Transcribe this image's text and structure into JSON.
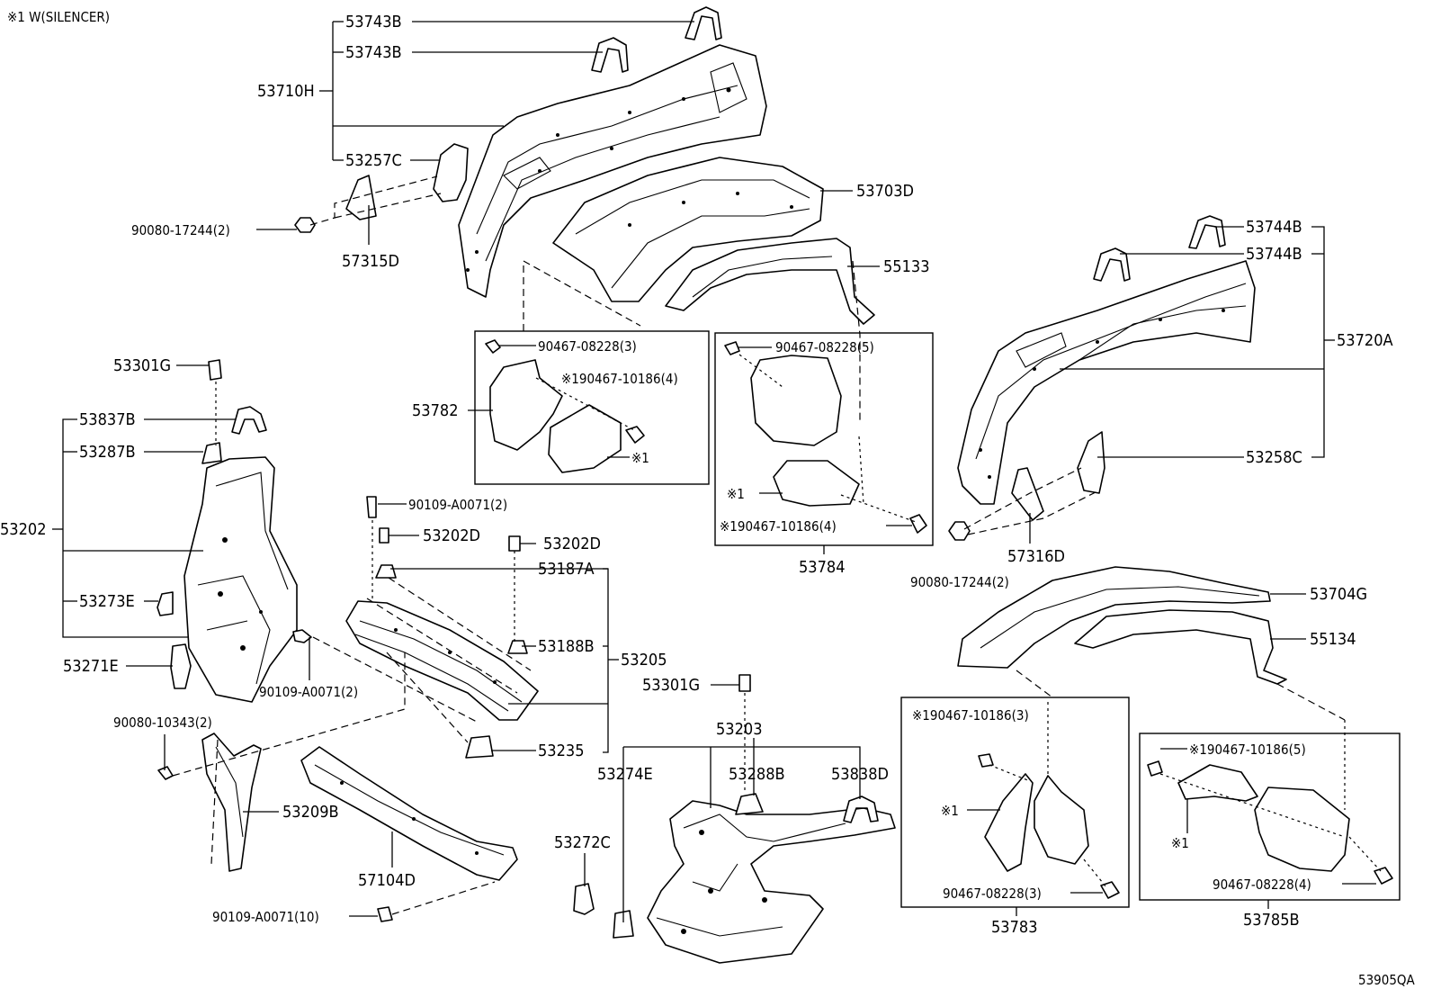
{
  "legend_note": "※1 W(SILENCER)",
  "diagram_code": "53905QA",
  "labels": {
    "p53743B_a": "53743B",
    "p53743B_b": "53743B",
    "p53710H": "53710H",
    "p53257C": "53257C",
    "p90080_17244_left": "90080-17244(2)",
    "p57315D": "57315D",
    "p53703D": "53703D",
    "p55133": "55133",
    "p53744B_a": "53744B",
    "p53744B_b": "53744B",
    "p53720A": "53720A",
    "p53258C": "53258C",
    "p57316D": "57316D",
    "p90080_17244_right": "90080-17244(2)",
    "p53704G": "53704G",
    "p55134": "55134",
    "p53301G_a": "53301G",
    "p53837B": "53837B",
    "p53287B": "53287B",
    "p53202": "53202",
    "p53273E": "53273E",
    "p53271E": "53271E",
    "p90109_A0071_2_a": "90109-A0071(2)",
    "p90109_A0071_2_b": "90109-A0071(2)",
    "p53202D_a": "53202D",
    "p53202D_b": "53202D",
    "p53187A": "53187A",
    "p53188B": "53188B",
    "p53205": "53205",
    "p53235": "53235",
    "p90080_10343": "90080-10343(2)",
    "p53209B": "53209B",
    "p57104D": "57104D",
    "p90109_A0071_10": "90109-A0071(10)",
    "p53301G_b": "53301G",
    "p53203": "53203",
    "p53274E": "53274E",
    "p53288B": "53288B",
    "p53838D": "53838D",
    "p53272C": "53272C",
    "box53782_clip": "90467-08228(3)",
    "box53782_clip2": "※190467-10186(4)",
    "box53782_silencer": "※1",
    "box53782_id": "53782",
    "box53784_clip": "90467-08228(5)",
    "box53784_silencer": "※1",
    "box53784_clip2": "※190467-10186(4)",
    "box53784_id": "53784",
    "box53783_clip": "※190467-10186(3)",
    "box53783_silencer": "※1",
    "box53783_clip2": "90467-08228(3)",
    "box53783_id": "53783",
    "box53785B_clip": "※190467-10186(5)",
    "box53785B_silencer": "※1",
    "box53785B_clip2": "90467-08228(4)",
    "box53785B_id": "53785B"
  }
}
